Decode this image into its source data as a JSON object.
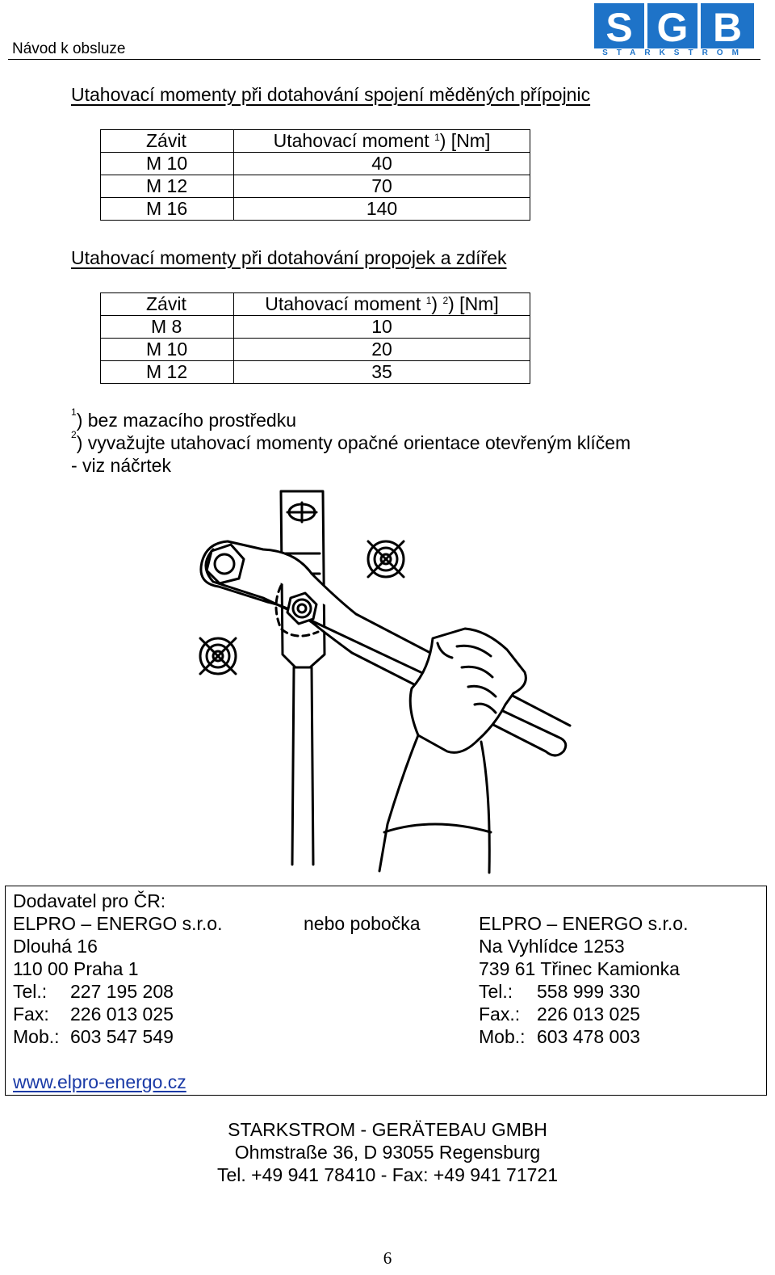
{
  "header": {
    "doc_title": "Návod k obsluze",
    "logo": {
      "letters": "SGB",
      "subtitle": "S T A R K S T R O M",
      "color": "#1e73c8"
    }
  },
  "section1": {
    "heading": "Utahovací momenty při dotahování spojení měděných přípojnic",
    "table": {
      "col1": "Závit",
      "col2_text": "Utahovací moment",
      "col2_sup1": "1",
      "col2_tail": ") [Nm]",
      "rows": [
        {
          "thread": "M 10",
          "moment": "40"
        },
        {
          "thread": "M 12",
          "moment": "70"
        },
        {
          "thread": "M 16",
          "moment": "140"
        }
      ]
    }
  },
  "section2": {
    "heading": "Utahovací momenty při dotahování propojek a zdířek",
    "table": {
      "col1": "Závit",
      "col2_text": "Utahovací moment",
      "col2_sup1": "1",
      "col2_mid": ")",
      "col2_sup2": "2",
      "col2_tail": ") [Nm]",
      "rows": [
        {
          "thread": "M 8",
          "moment": "10"
        },
        {
          "thread": "M 10",
          "moment": "20"
        },
        {
          "thread": "M 12",
          "moment": "35"
        }
      ]
    }
  },
  "notes": {
    "n1_sup": "1",
    "n1_text": ") bez mazacího prostředku",
    "n2_sup": "2",
    "n2_text": ") vyvažujte utahovací momenty opačné orientace otevřeným klíčem",
    "n3_text": "- viz náčrtek"
  },
  "illustration": {
    "icon": "wrench-hand-sketch-icon"
  },
  "supplier": {
    "title": "Dodavatel pro ČR:",
    "left": {
      "company": "ELPRO – ENERGO s.r.o.",
      "street": "Dlouhá 16",
      "city": "110 00  Praha 1",
      "tel_label": "Tel.:",
      "tel": "227 195 208",
      "fax_label": "Fax:",
      "fax": "226 013 025",
      "mob_label": "Mob.:",
      "mob": "603 547 549"
    },
    "middle": "nebo pobočka",
    "right": {
      "company": "ELPRO – ENERGO  s.r.o.",
      "street": "Na Vyhlídce 1253",
      "city": "739 61  Třinec Kamionka",
      "tel_label": "Tel.:",
      "tel": "558 999 330",
      "fax_label": "Fax.:",
      "fax": "226 013 025",
      "mob_label": "Mob.:",
      "mob": "603 478 003"
    },
    "web": "www.elpro-energo.cz"
  },
  "footer": {
    "line1": "STARKSTROM - GERÄTEBAU GMBH",
    "line2": "Ohmstraße 36, D 93055 Regensburg",
    "line3": "Tel.  +49 941 78410 - Fax:  +49 941 71721"
  },
  "page_number": "6"
}
